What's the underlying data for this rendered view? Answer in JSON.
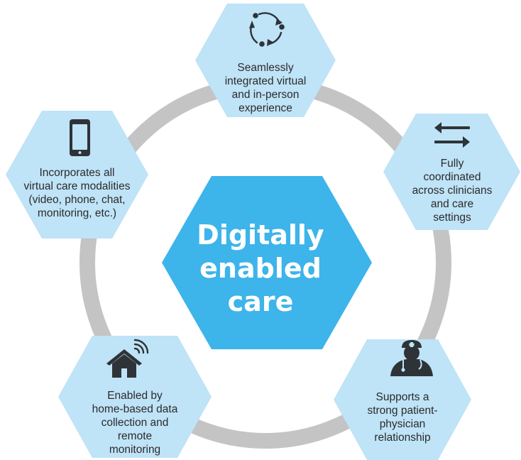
{
  "colors": {
    "ring": "#c4c4c4",
    "outer_hex": "#bfe3f7",
    "center_hex": "#3db4ea",
    "icon": "#2e3338",
    "text": "#2b2b2b"
  },
  "center": {
    "lines": [
      "Digitally",
      "enabled",
      "care"
    ]
  },
  "nodes": [
    {
      "id": "integrated",
      "icon": "refresh-cycle-icon",
      "lines": [
        "Seamlessly",
        "integrated virtual",
        "and in-person",
        "experience"
      ]
    },
    {
      "id": "coordinated",
      "icon": "exchange-arrows-icon",
      "lines": [
        "Fully",
        "coordinated",
        "across clinicians",
        "and care",
        "settings"
      ]
    },
    {
      "id": "relationship",
      "icon": "physician-icon",
      "lines": [
        "Supports a",
        "strong patient-",
        "physician",
        "relationship"
      ]
    },
    {
      "id": "home-data",
      "icon": "smart-home-icon",
      "lines": [
        "Enabled by",
        "home-based data",
        "collection and",
        "remote",
        "monitoring"
      ]
    },
    {
      "id": "modalities",
      "icon": "smartphone-icon",
      "lines": [
        "Incorporates all",
        "virtual care modalities",
        "(video, phone, chat,",
        "monitoring, etc.)"
      ]
    }
  ]
}
